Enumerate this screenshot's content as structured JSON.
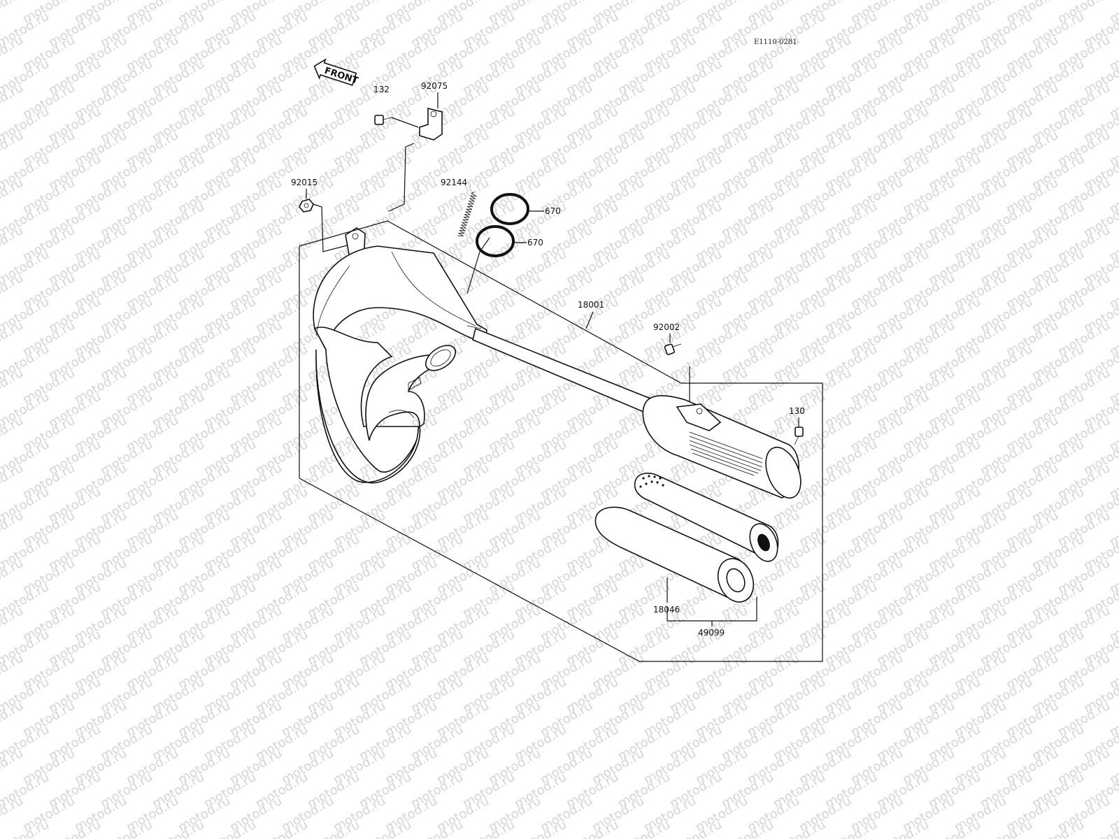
{
  "diagram": {
    "ref_code": "E1110-0281",
    "front_label": "FRONT",
    "watermark_text": "motod.ru",
    "part_labels": {
      "p132": "132",
      "p92075": "92075",
      "p92015": "92015",
      "p92144": "92144",
      "p670a": "670",
      "p670b": "670",
      "p18001": "18001",
      "p92002": "92002",
      "p130": "130",
      "p18046": "18046",
      "p49099": "49099"
    },
    "colors": {
      "line": "#111111",
      "watermark": "#d4d4d4",
      "background": "#ffffff"
    }
  }
}
